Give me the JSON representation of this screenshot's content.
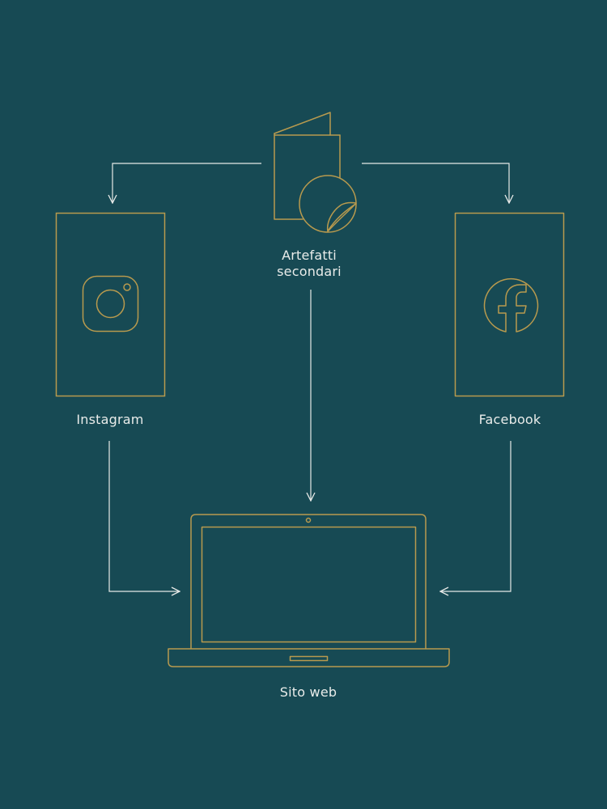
{
  "colors": {
    "background": "#174a54",
    "outline": "#b89a4e",
    "arrow": "#e6e9e7",
    "text": "#e9ecea"
  },
  "nodes": {
    "artefatti": {
      "line1": "Artefatti",
      "line2": "secondari",
      "icon": "folded-leaflet-with-sticker-icon"
    },
    "instagram": {
      "label": "Instagram",
      "icon": "instagram-icon"
    },
    "facebook": {
      "label": "Facebook",
      "icon": "facebook-icon"
    },
    "sito": {
      "label": "Sito web",
      "icon": "laptop-icon"
    }
  }
}
